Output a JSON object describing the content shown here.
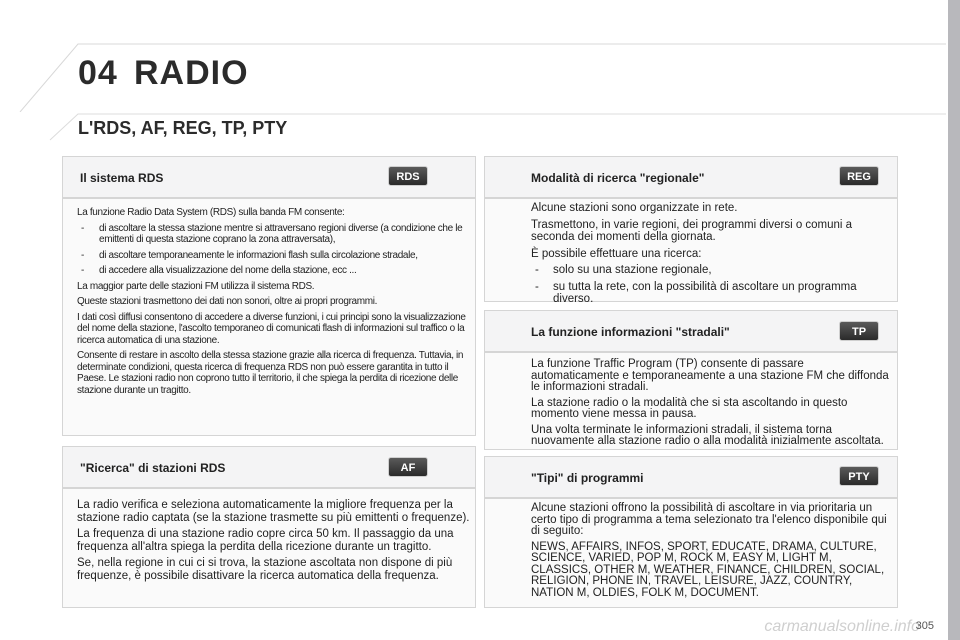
{
  "header": {
    "chapter_number": "04",
    "chapter_title": "RADIO"
  },
  "section_title": "L'RDS, AF, REG, TP, PTY",
  "left": {
    "rds": {
      "title": "Il sistema RDS",
      "badge": "RDS",
      "intro": "La funzione Radio Data System (RDS) sulla banda FM consente:",
      "items": [
        "di ascoltare la stessa stazione mentre si attraversano regioni diverse (a condizione che le emittenti di questa stazione coprano la zona attraversata),",
        "di ascoltare temporaneamente le informazioni flash sulla circolazione stradale,",
        "di accedere alla visualizzazione del nome della stazione, ecc ..."
      ],
      "paragraphs": [
        "La maggior parte delle stazioni FM utilizza il sistema RDS.",
        "Queste stazioni trasmettono dei dati non sonori, oltre ai propri programmi.",
        "I dati così diffusi consentono di accedere a diverse funzioni, i cui principi sono la visualizzazione del nome della stazione, l'ascolto temporaneo di comunicati flash di informazioni sul traffico o la ricerca automatica di una stazione.",
        "Consente di restare in ascolto della stessa stazione grazie alla ricerca di frequenza. Tuttavia, in determinate condizioni, questa ricerca di frequenza RDS non può essere garantita in tutto il Paese. Le stazioni radio non coprono tutto il territorio, il che spiega la perdita di ricezione delle stazione durante un tragitto."
      ]
    },
    "af": {
      "title": "\"Ricerca\" di stazioni RDS",
      "badge": "AF",
      "paragraphs": [
        "La radio verifica e seleziona automaticamente la migliore frequenza per la stazione radio captata (se la stazione trasmette su più emittenti o frequenze).",
        "La frequenza di una stazione radio copre circa 50 km. Il passaggio da una frequenza all'altra spiega la perdita della ricezione durante un tragitto.",
        "Se, nella regione in cui ci si trova, la stazione ascoltata non dispone di più frequenze, è possibile disattivare la ricerca automatica della frequenza."
      ]
    }
  },
  "right": {
    "reg": {
      "title": "Modalità di ricerca \"regionale\"",
      "badge": "REG",
      "paragraphs": [
        "Alcune stazioni sono organizzate in rete.",
        "Trasmettono, in varie regioni, dei programmi diversi o comuni a seconda dei momenti della giornata.",
        "È possibile effettuare una ricerca:"
      ],
      "items": [
        "solo su una stazione regionale,",
        "su tutta la rete, con la possibilità di ascoltare un programma diverso."
      ]
    },
    "tp": {
      "title": "La funzione informazioni \"stradali\"",
      "badge": "TP",
      "paragraphs": [
        "La funzione Traffic Program (TP) consente di passare automaticamente e temporaneamente a una stazione FM che diffonda le informazioni stradali.",
        "La stazione radio o la modalità che si sta ascoltando in questo momento viene messa in pausa.",
        "Una volta terminate le informazioni stradali, il sistema torna nuovamente alla stazione radio o alla modalità inizialmente ascoltata."
      ]
    },
    "pty": {
      "title": "\"Tipi\" di programmi",
      "badge": "PTY",
      "paragraphs": [
        "Alcune stazioni offrono la possibilità di ascoltare in via prioritaria un certo tipo di programma a tema selezionato tra l'elenco disponibile qui di seguito:",
        "NEWS, AFFAIRS, INFOS, SPORT, EDUCATE, DRAMA, CULTURE, SCIENCE, VARIED, POP M, ROCK M, EASY M, LIGHT M, CLASSICS, OTHER M, WEATHER, FINANCE, CHILDREN, SOCIAL, RELIGION, PHONE IN, TRAVEL, LEISURE, JAZZ, COUNTRY, NATION M, OLDIES, FOLK M, DOCUMENT."
      ]
    }
  },
  "page_number": "305",
  "watermark": "carmanualsonline.info"
}
